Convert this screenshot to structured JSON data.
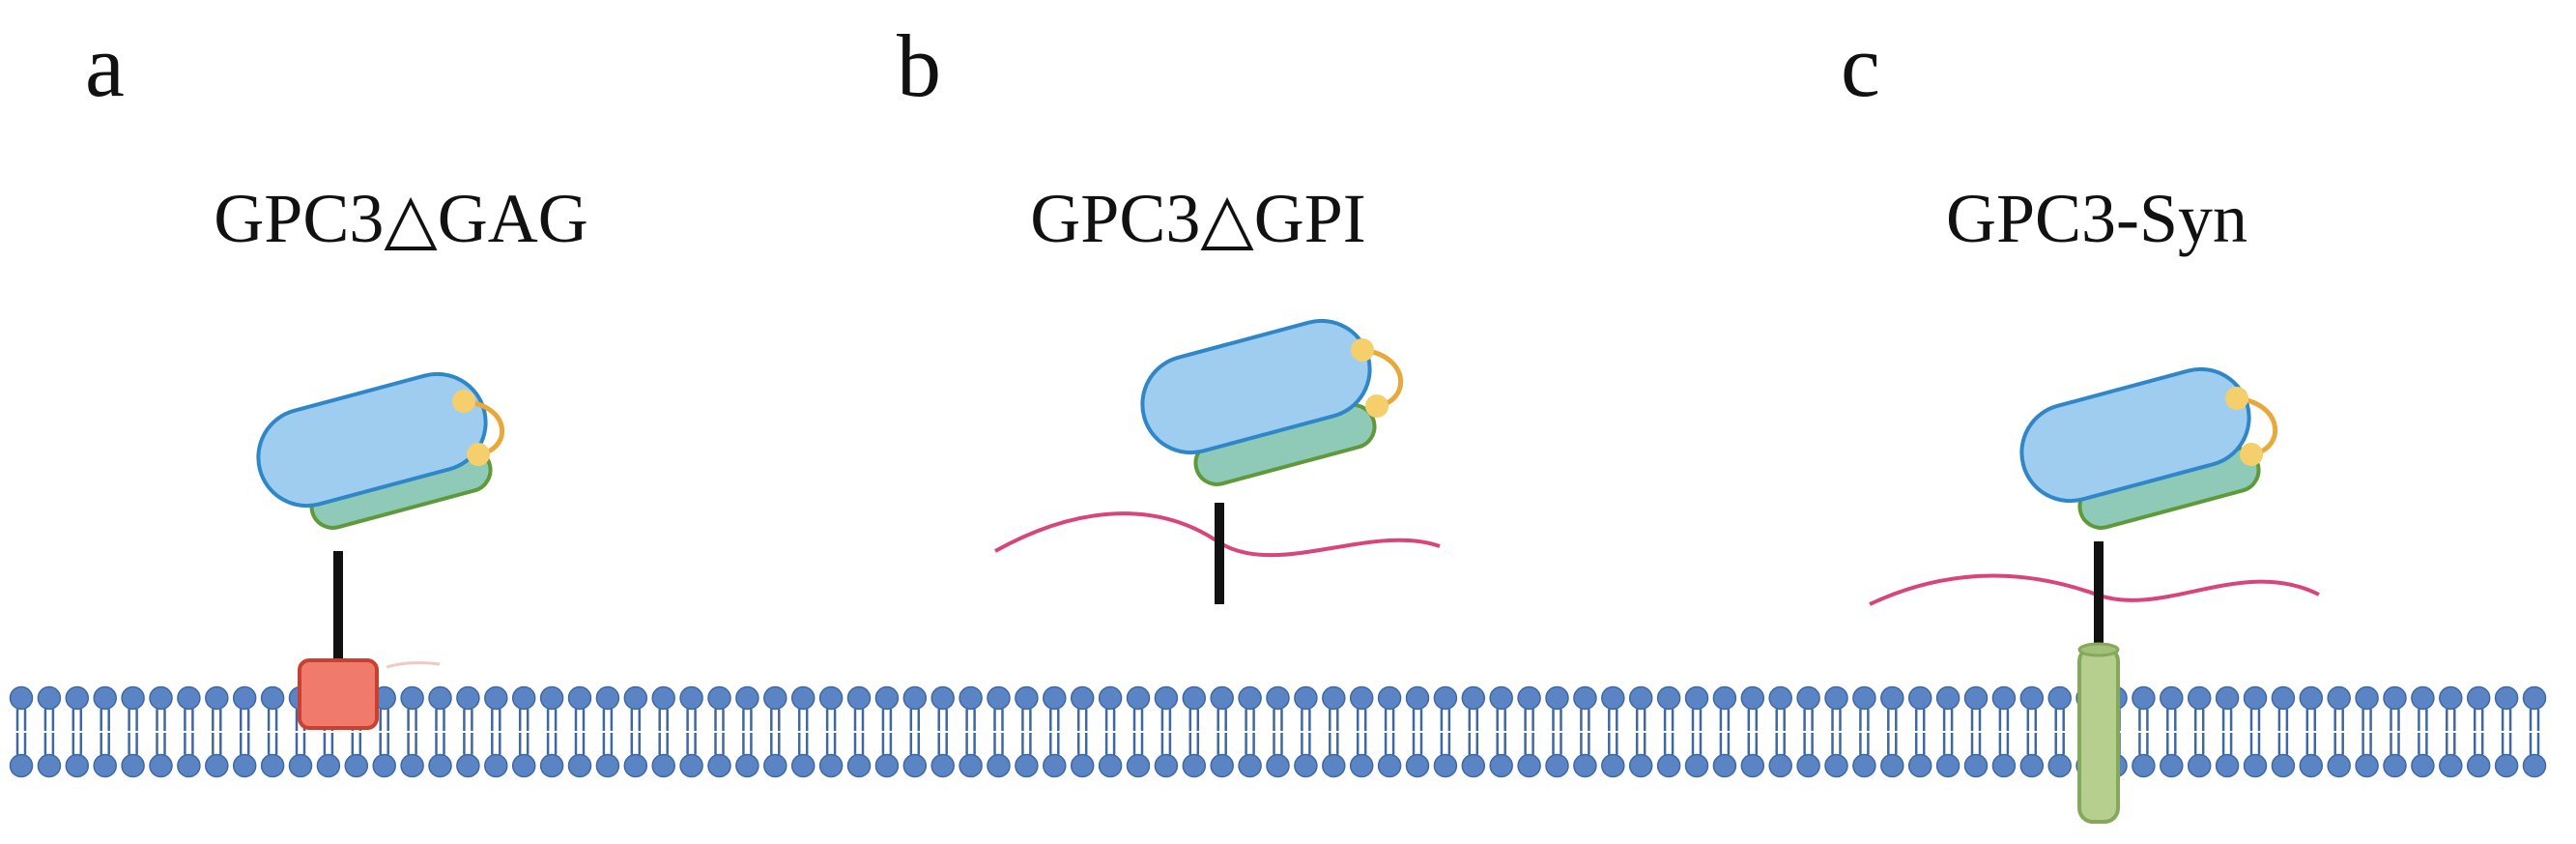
{
  "panels": [
    {
      "letter": "a",
      "title": "GPC3△GAG",
      "variant": "GAG-deleted, anchored via red membrane block"
    },
    {
      "letter": "b",
      "title": "GPC3△GPI",
      "variant": "GPI-deleted, free with pink strand"
    },
    {
      "letter": "c",
      "title": "GPC3-Syn",
      "variant": "syndecan transmembrane anchor"
    }
  ],
  "colors": {
    "blue_domain_fill": "#9fcdf0",
    "blue_domain_stroke": "#2f86c9",
    "green_domain_fill": "#8fcab8",
    "green_domain_stroke": "#5f9a3a",
    "linker": "#e8a93a",
    "linker_knob": "#f6cf6d",
    "stalk": "#111111",
    "pink_strand": "#d8457a",
    "red_anchor_fill": "#f07b6c",
    "red_anchor_stroke": "#c9402f",
    "green_tm_fill": "#b6cf8e",
    "green_tm_stroke": "#86a85a",
    "lipid_head": "#5a84c4",
    "lipid_head_stroke": "#3e67a6",
    "lipid_tail": "#3e67a6"
  }
}
